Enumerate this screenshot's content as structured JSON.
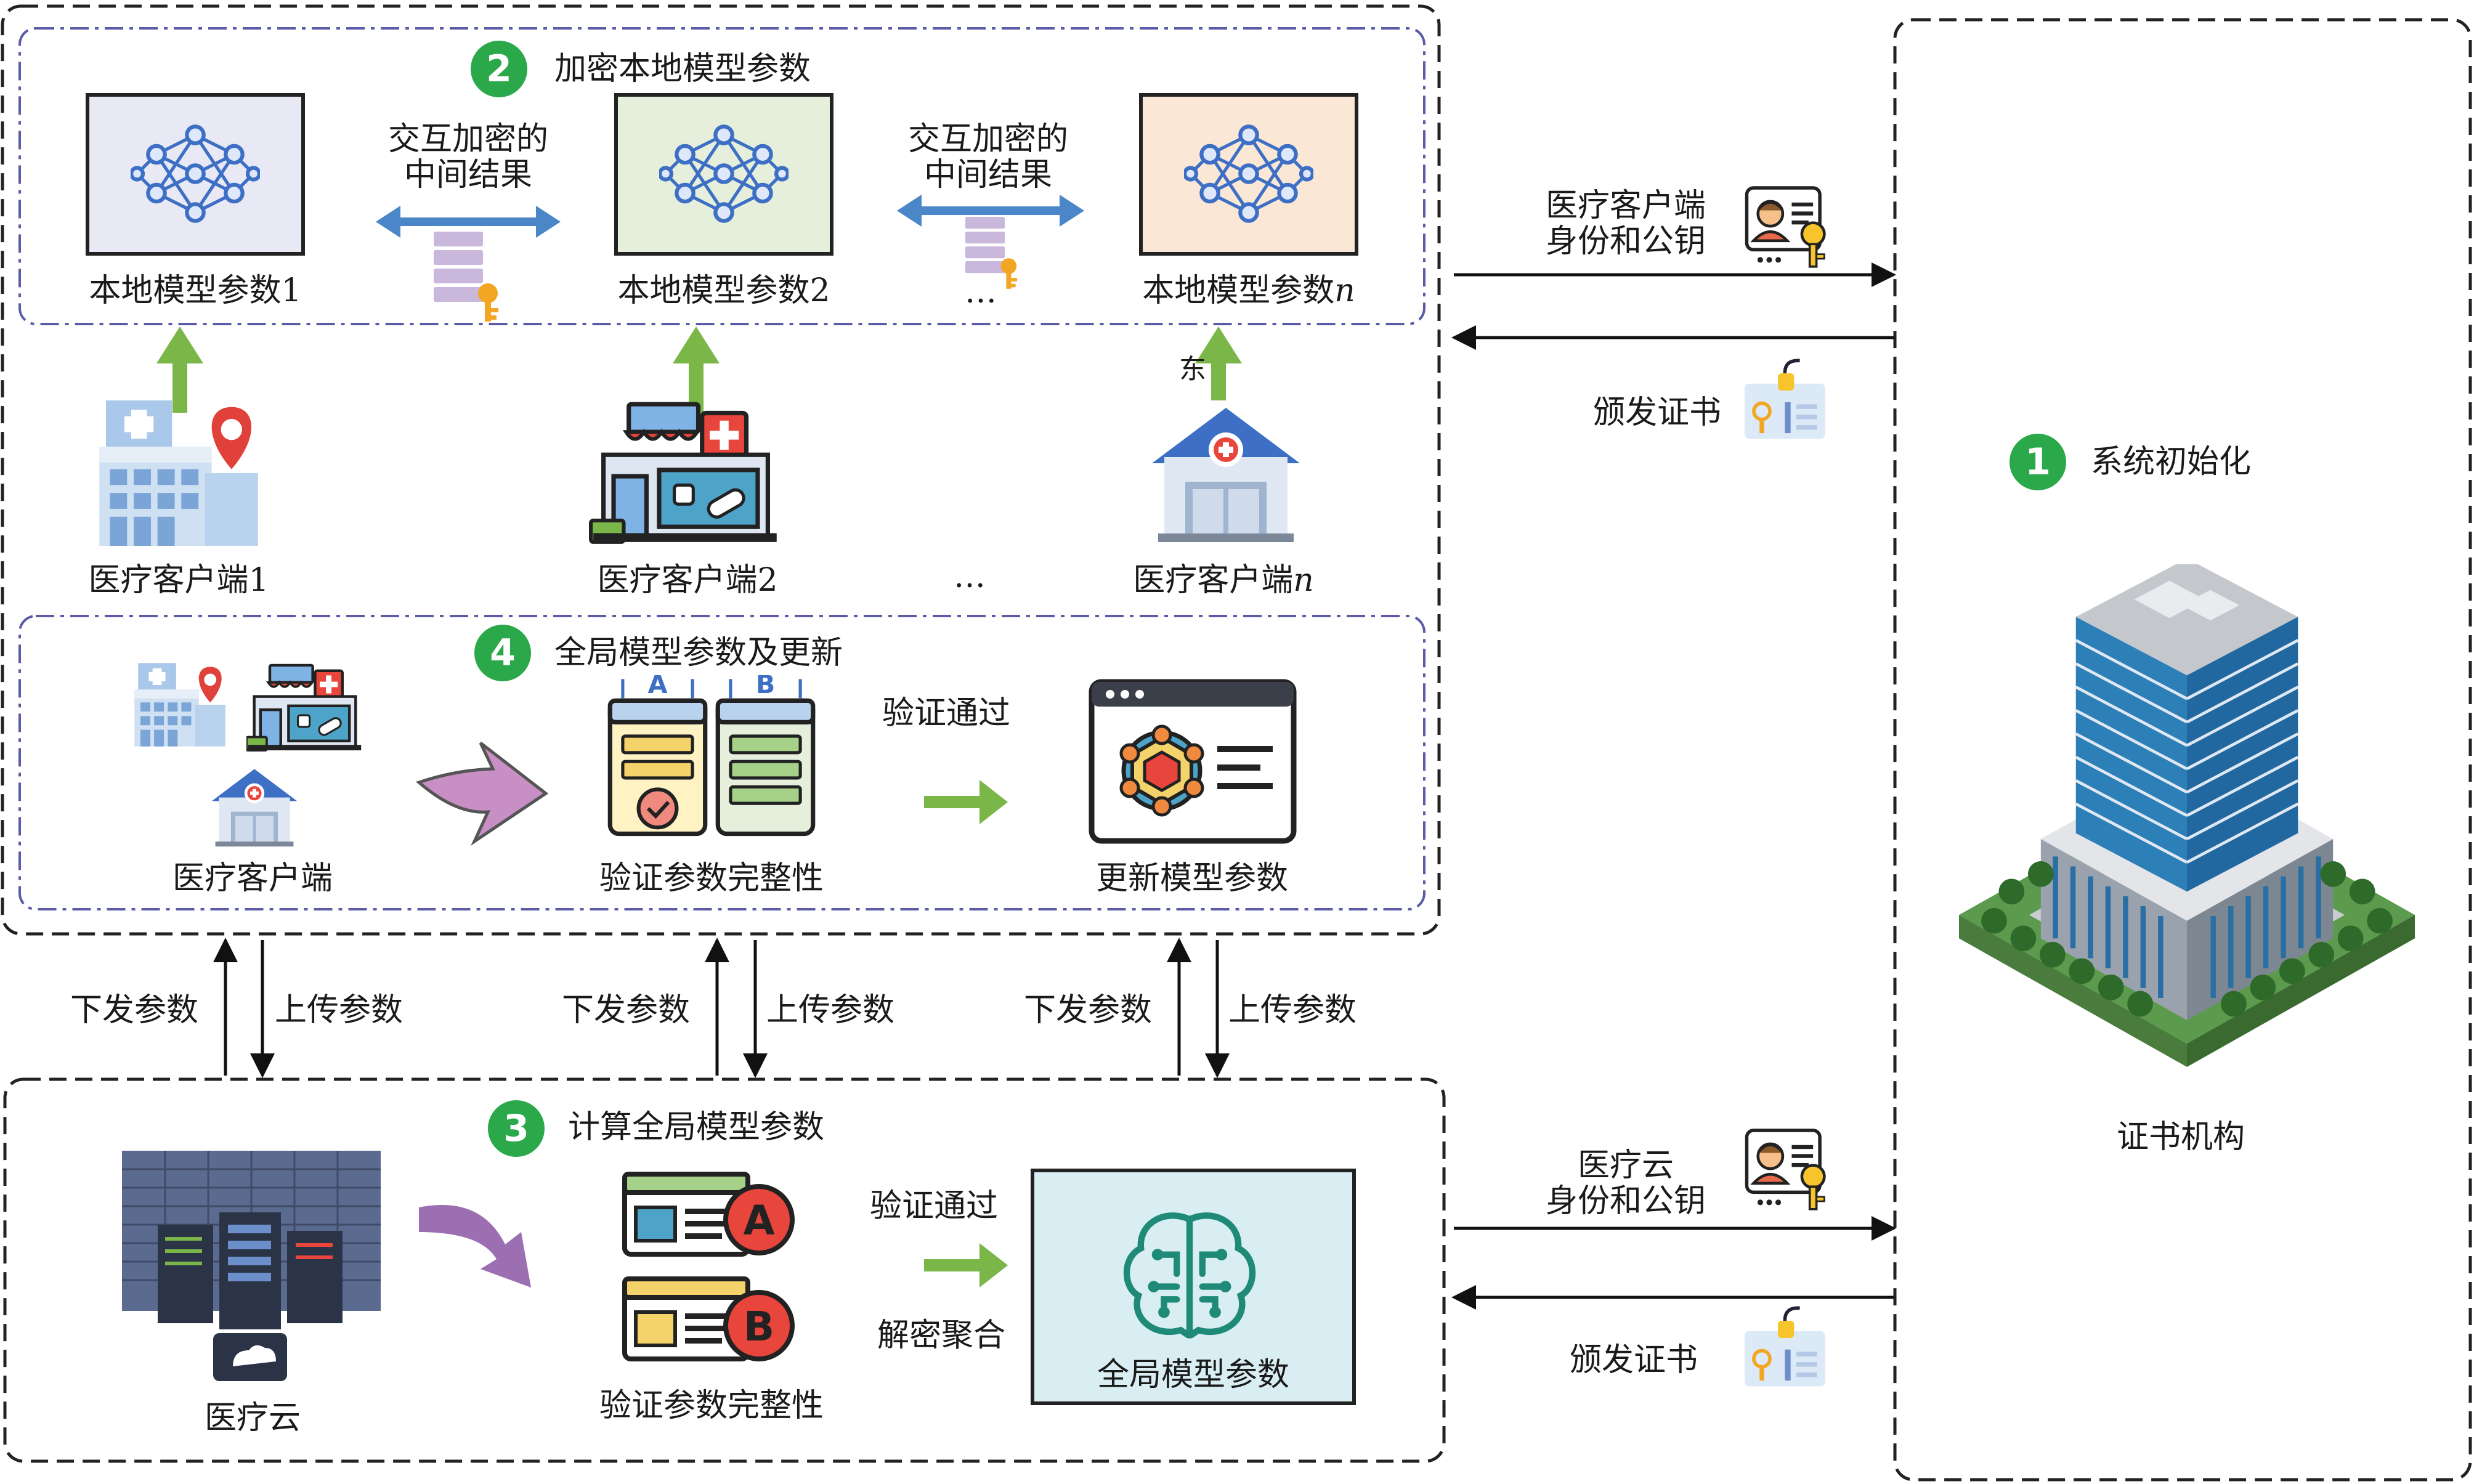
{
  "colors": {
    "step_green": "#2aa84a",
    "arrow_green": "#7ab648",
    "double_arrow_blue": "#4a86c8",
    "big_arrow_purple": "#c78fc3",
    "curve_arrow_purple": "#9b6fb1",
    "panel1_bg": "#e9e8f5",
    "panel2_bg": "#e6efdc",
    "panel3_bg": "#fbe7d6",
    "global_panel_bg": "#d9eef2",
    "dashdot_border": "#5b5ba8"
  },
  "icons": [
    "neural-network-icon",
    "key-icon",
    "hospital-icon",
    "clinic-icon",
    "medical-building-icon",
    "validation-icon",
    "update-model-icon",
    "server-cloud-icon",
    "brain-circuit-icon",
    "id-card-icon",
    "certificate-icon",
    "office-tower-icon"
  ],
  "steps": {
    "s1": {
      "num": "1",
      "label": "系统初始化"
    },
    "s2": {
      "num": "2",
      "label": "加密本地模型参数"
    },
    "s3": {
      "num": "3",
      "label": "计算全局模型参数"
    },
    "s4": {
      "num": "4",
      "label": "全局模型参数及更新"
    }
  },
  "local_models": {
    "m1": "本地模型参数1",
    "m2": "本地模型参数2",
    "mn_prefix": "本地模型参数",
    "mn_suffix": "n",
    "exchange_line1": "交互加密的",
    "exchange_line2": "中间结果",
    "ellipsis": "…"
  },
  "clients": {
    "c1": "医疗客户端1",
    "c2": "医疗客户端2",
    "cn_prefix": "医疗客户端",
    "cn_suffix": "n",
    "ellipsis": "…",
    "stray_char": "东"
  },
  "step4": {
    "clients_label": "医疗客户端",
    "verify_label": "验证参数完整性",
    "verify_pass": "验证通过",
    "update_label": "更新模型参数"
  },
  "transfers": {
    "down": "下发参数",
    "up": "上传参数"
  },
  "step3": {
    "cloud_label": "医疗云",
    "verify_label": "验证参数完整性",
    "verify_pass": "验证通过",
    "decrypt_label": "解密聚合",
    "global_label": "全局模型参数"
  },
  "authority": {
    "client_identity_line1": "医疗客户端",
    "client_identity_line2": "身份和公钥",
    "issue_cert": "颁发证书",
    "cloud_identity_line1": "医疗云",
    "cloud_identity_line2": "身份和公钥",
    "name": "证书机构"
  }
}
